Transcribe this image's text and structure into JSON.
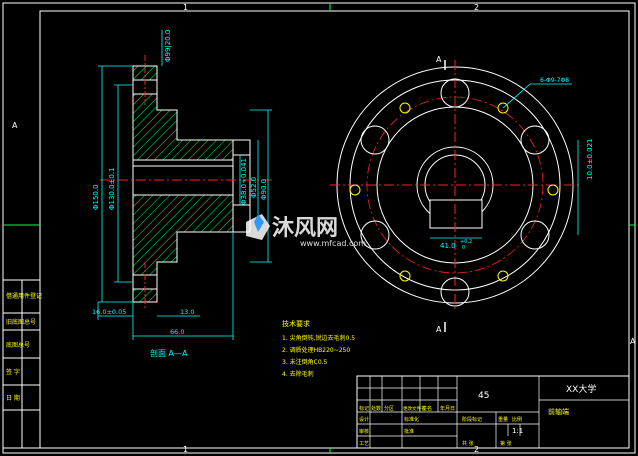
{
  "zone_marks": [
    "1",
    "2",
    "1",
    "2"
  ],
  "side_marks": [
    "A",
    "A"
  ],
  "section_view": {
    "dims": [
      "Φ99|20.0",
      "Φ150.0",
      "Φ130.0±0.1",
      "Φ90.0",
      "Φ52.0",
      "Φ38.0+0.041",
      "16.0±0.05",
      "13.0",
      "66.0"
    ],
    "caption": "剖面 A—A"
  },
  "front_view": {
    "marker": "A",
    "dim_vertical": "10.0±0.021",
    "dim_keyway": "41.0",
    "dim_keyway_tol": "+0.2",
    "dim_keyway_tol_lower": "0",
    "hole_callout": "6-Φ9-7Φ8"
  },
  "tech_notes": {
    "title": "技术要求",
    "items": [
      "1. 尖角倒钝,锐边去毛刺0.5",
      "2. 调质处理HB220~250",
      "3. 未注倒角C0.5",
      "4. 去除毛刺"
    ]
  },
  "left_strip": [
    "借通用件登记",
    "旧底图总号",
    "底图总号",
    "签 字",
    "日 期"
  ],
  "title_block": {
    "material": "45",
    "school": "XX大学",
    "part_name": "前轴端",
    "row_labels": [
      "标记",
      "处数",
      "分区",
      "更改文件号",
      "签名",
      "年月日"
    ],
    "role_labels": [
      "设计",
      "审核",
      "工艺",
      "标准化",
      "批准"
    ],
    "right_labels": [
      "阶段标记",
      "重量",
      "比例"
    ],
    "scale": "1:1",
    "sheet_labels": [
      "共 张",
      "第 张"
    ]
  },
  "watermark": {
    "brand": "沐风网",
    "url": "www.mfcad.com"
  },
  "colors": {
    "outline": "#ffffff",
    "frame": "#00ff40",
    "dims": "#00ffff",
    "center": "#ff2020",
    "text": "#ffff00"
  }
}
